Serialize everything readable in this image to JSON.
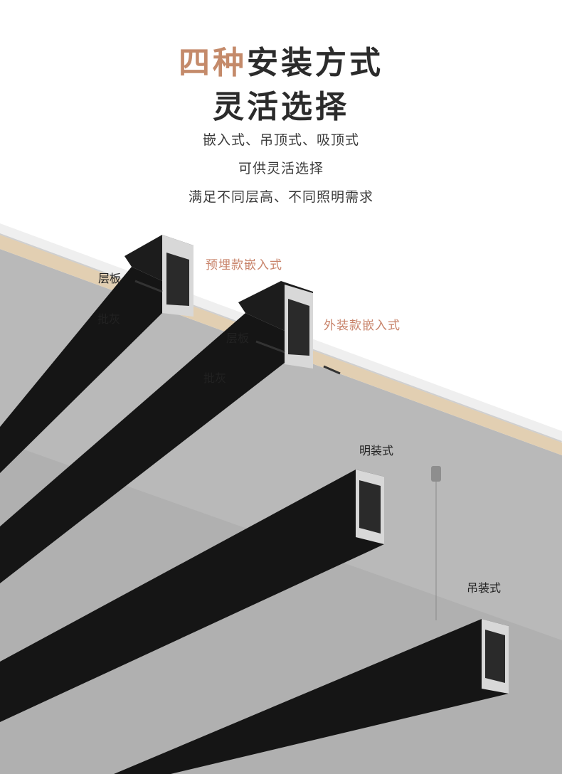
{
  "header": {
    "title_accent": "四种",
    "title_rest": "安装方式",
    "title_line2": "灵活选择",
    "subtitles": [
      "嵌入式、吊顶式、吸顶式",
      "可供灵活选择",
      "满足不同层高、不同照明需求"
    ]
  },
  "labels": {
    "recessed_pre": "预埋款嵌入式",
    "recessed_post": "外装款嵌入式",
    "surface": "明装式",
    "suspended": "吊装式",
    "board_1": "层板",
    "putty_1": "批灰",
    "board_2": "层板",
    "putty_2": "批灰"
  },
  "colors": {
    "accent": "#c48a6a",
    "label_orange": "#c8836a",
    "ceiling_gray": "#b9b9b9",
    "wood": "#e2cfb2",
    "rail_black": "#151515"
  }
}
